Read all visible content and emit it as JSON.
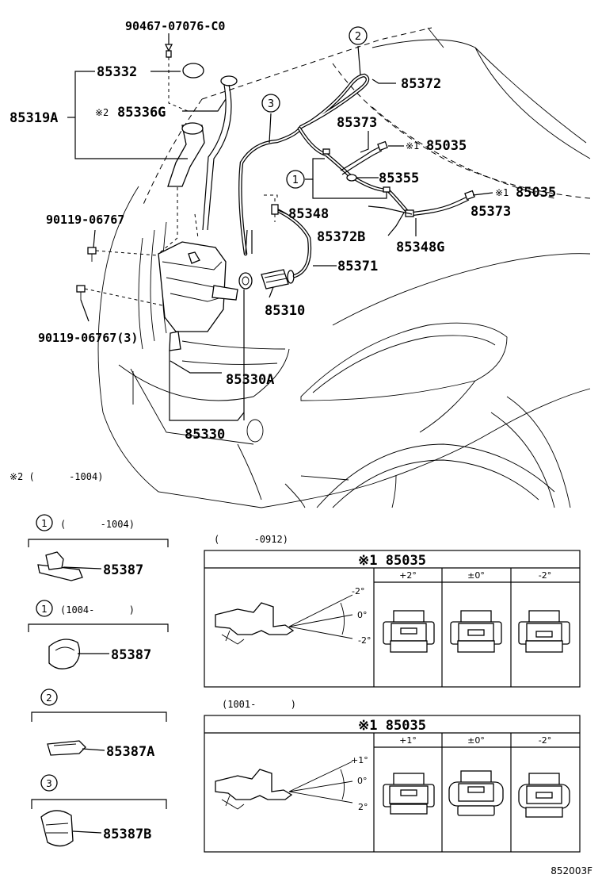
{
  "labels": {
    "p90467": "90467-07076-C0",
    "p85332": "85332",
    "p85319A": "85319A",
    "mark2": "※2",
    "p85336G": "85336G",
    "p90119a": "90119-06767",
    "p90119b": "90119-06767(3)",
    "p85330A": "85330A",
    "p85330": "85330",
    "p85310": "85310",
    "p85371": "85371",
    "p85348": "85348",
    "p85372B": "85372B",
    "p85348G": "85348G",
    "p85373a": "85373",
    "p85373b": "85373",
    "p85372": "85372",
    "p85355": "85355",
    "mark1a": "※1",
    "p85035a": "85035",
    "mark1b": "※1",
    "p85035b": "85035"
  },
  "callouts": {
    "c1": "1",
    "c2": "2",
    "c3": "3"
  },
  "note_range": "※2 (      -1004)",
  "insets": {
    "i1": {
      "num": "1",
      "range": "(      -1004)",
      "part": "85387"
    },
    "i2": {
      "num": "1",
      "range": "(1004-      )",
      "part": "85387"
    },
    "i3": {
      "num": "2",
      "part": "85387A"
    },
    "i4": {
      "num": "3",
      "part": "85387B"
    }
  },
  "nozzle_tables": [
    {
      "range": "(      -0912)",
      "title": "※1 85035",
      "columns": [
        "+2°",
        "±0°",
        "-2°"
      ],
      "angles": [
        "-2°",
        "0°",
        "-2°"
      ]
    },
    {
      "range": "(1001-      )",
      "title": "※1 85035",
      "columns": [
        "+1°",
        "±0°",
        "-2°"
      ],
      "angles": [
        "+1°",
        "0°",
        "2°"
      ]
    }
  ],
  "figure_id": "852003F"
}
